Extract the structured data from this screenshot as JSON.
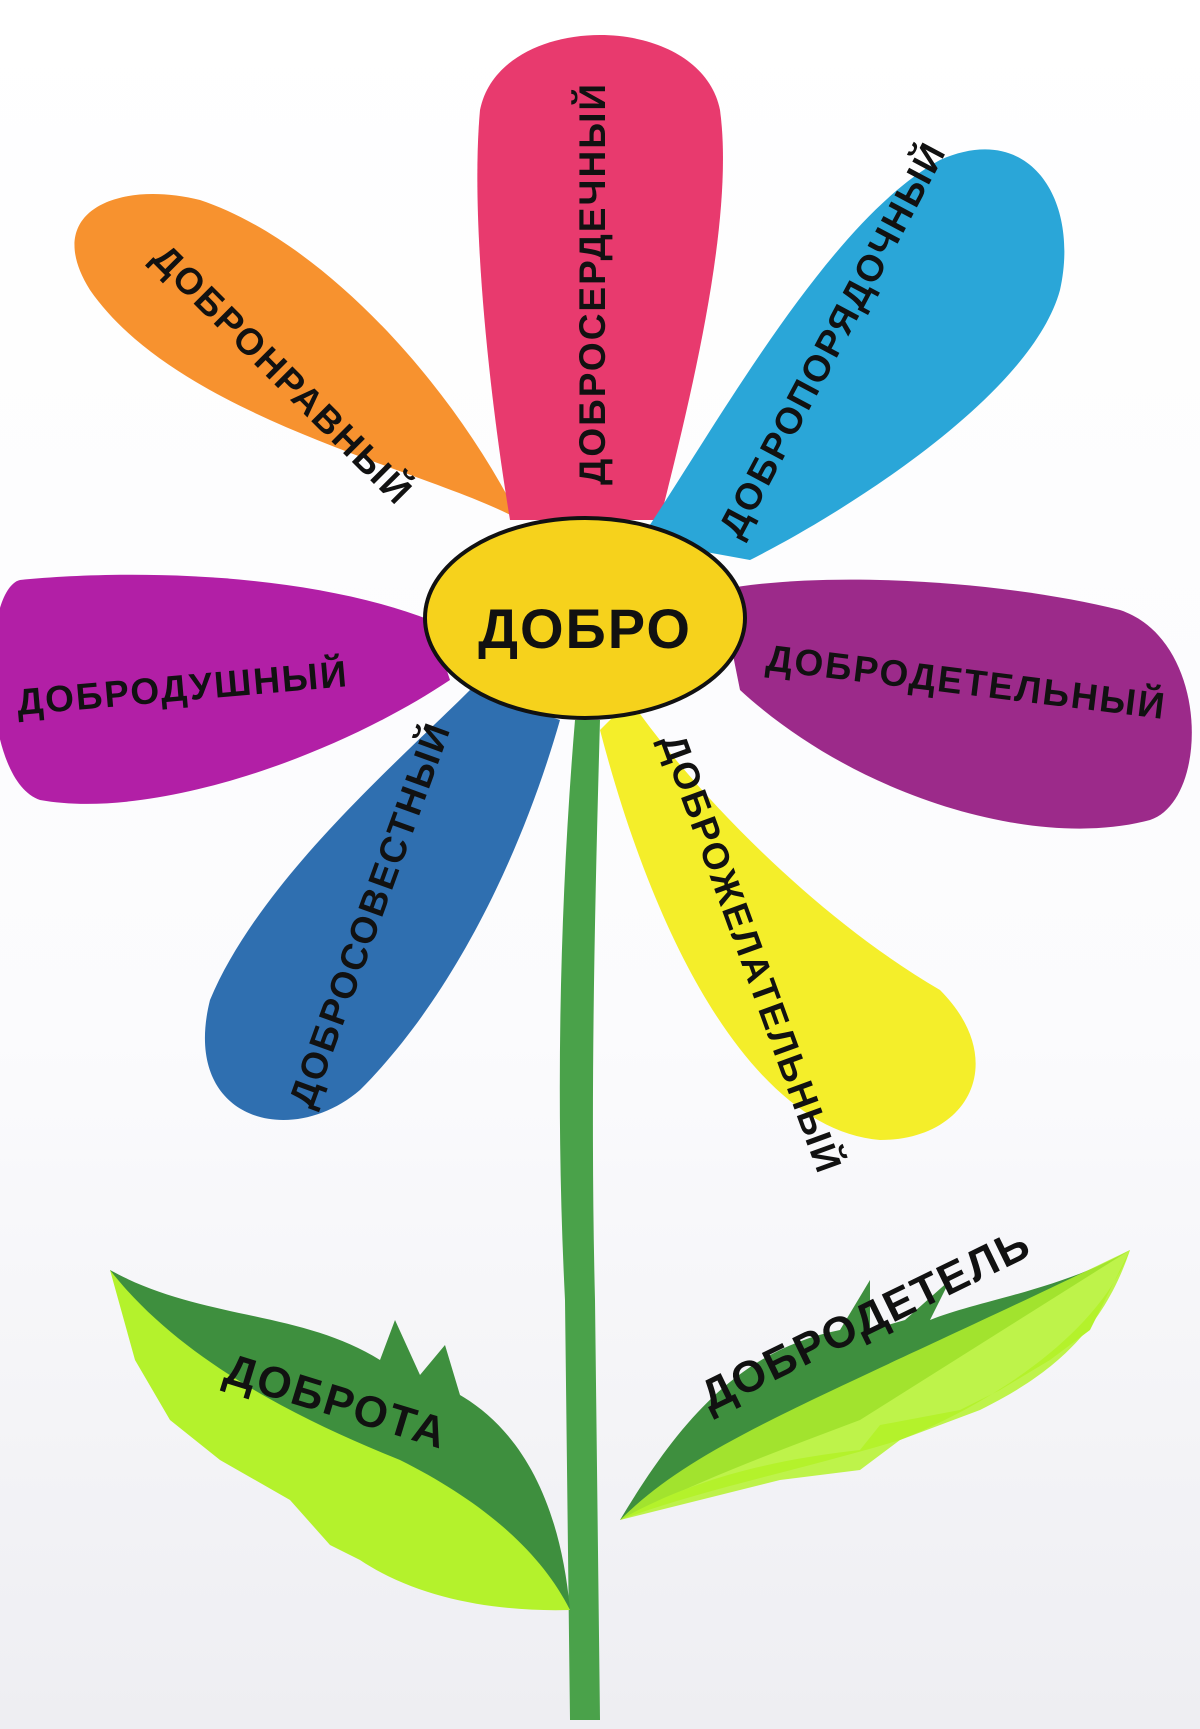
{
  "poster": {
    "center": {
      "label": "ДОБРО",
      "color": "#f6d21c"
    },
    "petals": [
      {
        "id": "orange",
        "label": "ДОБРОНРАВНЫЙ",
        "color": "#f7922f"
      },
      {
        "id": "pink",
        "label": "ДОБРОСЕРДЕЧНЫЙ",
        "color": "#e83a6e"
      },
      {
        "id": "cyan",
        "label": "ДОБРОПОРЯДОЧНЫЙ",
        "color": "#2aa6d8"
      },
      {
        "id": "violet-left",
        "label": "ДОБРОДУШНЫЙ",
        "color": "#b21fa6"
      },
      {
        "id": "violet-right",
        "label": "ДОБРОДЕТЕЛЬНЫЙ",
        "color": "#9c2a8a"
      },
      {
        "id": "blue",
        "label": "ДОБРОСОВЕСТНЫЙ",
        "color": "#2f6fb0"
      },
      {
        "id": "yellow",
        "label": "ДОБРОЖЕЛАТЕЛЬНЫЙ",
        "color": "#f4ee2a"
      }
    ],
    "leaves": [
      {
        "id": "left",
        "label": "ДОБРОТА",
        "light": "#b4f22c",
        "dark": "#3e8f3e"
      },
      {
        "id": "right",
        "label": "ДОБРОДЕТЕЛЬ",
        "light": "#b4f22c",
        "dark": "#3e8f3e"
      }
    ],
    "stem": {
      "color": "#4aa24a"
    }
  }
}
